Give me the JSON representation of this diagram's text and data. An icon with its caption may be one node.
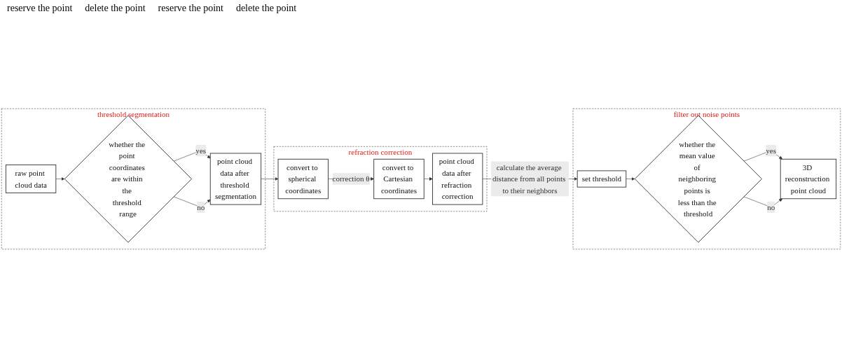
{
  "diagram": {
    "nodes": [
      {
        "text": [
          "threshold segmentation"
        ]
      },
      {
        "text": [
          "raw point cloud data"
        ],
        "in": 0
      },
      {
        "text": [
          "whether the point coordinates are within the threshold range"
        ],
        "in": 0
      },
      {
        "text": [
          "point cloud data after threshold segmentation"
        ],
        "in": 0
      },
      {
        "text": [
          "refraction correction"
        ]
      },
      {
        "text": [
          "point cloud data after refraction correction"
        ],
        "in": 4
      },
      {
        "text": [
          "convert to Cartesian coordinates"
        ],
        "in": 4
      },
      {
        "text": [
          "convert to spherical coordinates"
        ],
        "in": 4
      },
      {
        "text": [
          "filter out noise points"
        ]
      },
      {
        "text": [
          "set threshold"
        ],
        "in": 8
      },
      {
        "text": [
          "whether the mean value of neighboring points is less than the threshold"
        ],
        "in": 8
      },
      {
        "text": [
          "3D reconstruction point cloud"
        ],
        "in": 8
      }
    ],
    "edges": [
      {
        "from": 1,
        "to": 2,
        "arrow": "to"
      },
      {
        "from": 2,
        "to": 3,
        "arrow": "to",
        "label": "yes"
      },
      {
        "from": 2,
        "to": 3,
        "arrow": "to",
        "label": "no"
      },
      {
        "from": 3,
        "to": 7,
        "arrow": "to"
      },
      {
        "from": 7,
        "to": 6,
        "arrow": "to",
        "label": "correction θ"
      },
      {
        "from": 6,
        "to": 5,
        "arrow": "to"
      },
      {
        "from": 5,
        "to": 9,
        "arrow": "to",
        "label": "calculate the average distance from all points to their neighbors"
      },
      {
        "from": 9,
        "to": 10,
        "arrow": "to"
      },
      {
        "from": 10,
        "to": 11,
        "arrow": "to",
        "label": "yes"
      },
      {
        "from": 10,
        "to": 11,
        "arrow": "to",
        "label": "no"
      }
    ],
    "labels": [
      "reserve the point",
      "delete the point",
      "reserve the point",
      "delete the point"
    ]
  }
}
